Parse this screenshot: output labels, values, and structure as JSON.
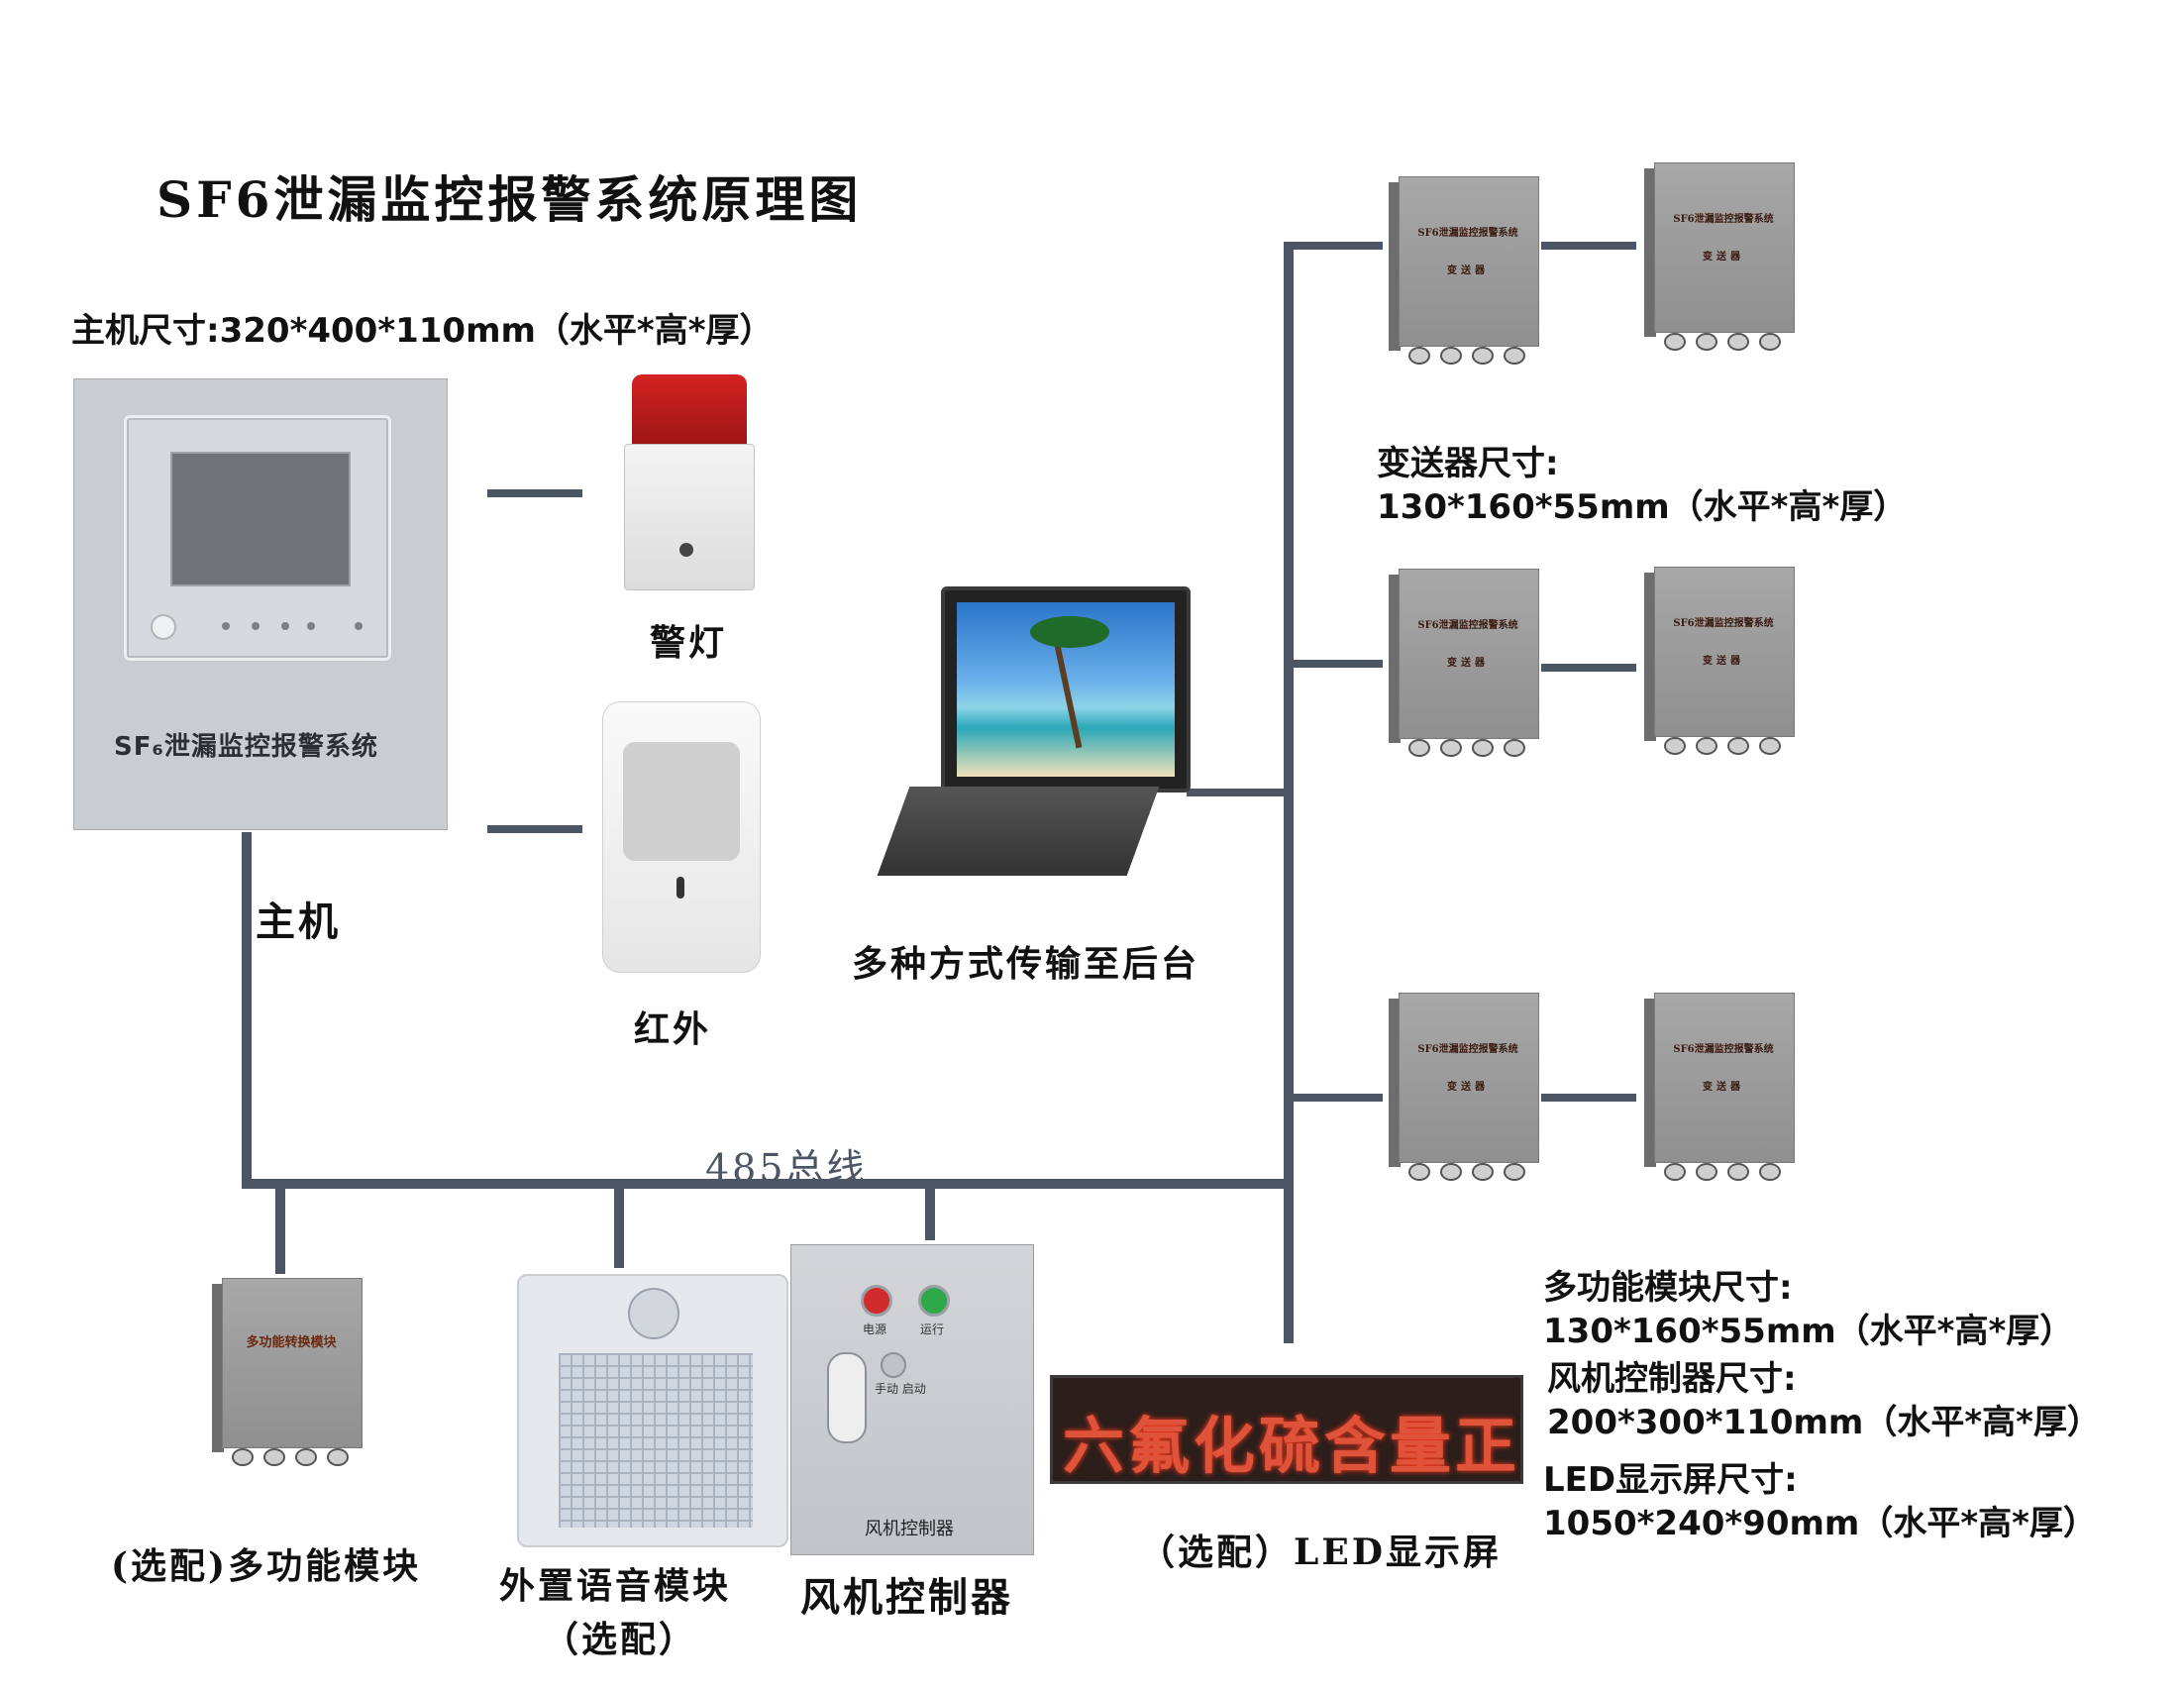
{
  "title": "SF6泄漏监控报警系统原理图",
  "host": {
    "size_label": "主机尺寸:320*400*110mm（水平*高*厚）",
    "brand": "SF₆泄漏监控报警系统",
    "label": "主机"
  },
  "lamp": {
    "label": "警灯"
  },
  "infrared": {
    "label": "红外"
  },
  "laptop": {
    "label": "多种方式传输至后台"
  },
  "bus": {
    "label": "485总线"
  },
  "transmitter": {
    "box_title": "SF6泄漏监控报警系统",
    "box_subtitle": "变送器",
    "size_title": "变送器尺寸:",
    "size_value": "130*160*55mm（水平*高*厚）"
  },
  "multi": {
    "box_title": "多功能转换模块",
    "label": "(选配)多功能模块",
    "size_title": "多功能模块尺寸:",
    "size_value": "130*160*55mm（水平*高*厚）"
  },
  "voice": {
    "label_line1": "外置语音模块",
    "label_line2": "（选配）"
  },
  "fan": {
    "label": "风机控制器",
    "panel_name": "风机控制器",
    "power": "电源",
    "run": "运行",
    "mode": "手动 启动",
    "size_title": "风机控制器尺寸:",
    "size_value": "200*300*110mm（水平*高*厚）"
  },
  "led": {
    "label": "（选配）LED显示屏",
    "scroll_text": "六氟化硫含量正",
    "size_title": "LED显示屏尺寸:",
    "size_value": "1050*240*90mm（水平*高*厚）"
  },
  "colors": {
    "wire": "#4b5563",
    "led_text": "#e0533b",
    "lamp_red": "#d42222"
  }
}
